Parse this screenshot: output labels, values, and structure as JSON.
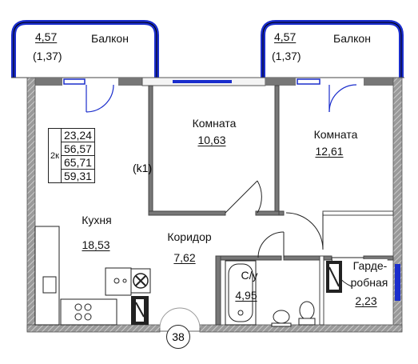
{
  "balconies": [
    {
      "area": "4,57",
      "reduced": "(1,37)",
      "label": "Балкон"
    },
    {
      "area": "4,57",
      "reduced": "(1,37)",
      "label": "Балкон"
    }
  ],
  "rooms": {
    "room1": {
      "label": "Комната",
      "area": "10,63"
    },
    "room2": {
      "label": "Комната",
      "area": "12,61"
    },
    "kitchen": {
      "label": "Кухня",
      "area": "18,53"
    },
    "corridor": {
      "label": "Коридор",
      "area": "7,62"
    },
    "bathroom": {
      "label": "С/у",
      "area": "4,95"
    },
    "wardrobe": {
      "label_line1": "Гарде-",
      "label_line2": "робная",
      "area": "2,23"
    }
  },
  "summary": {
    "type": "2к",
    "values": [
      "23,24",
      "56,57",
      "65,71",
      "59,31"
    ],
    "note": "(k1)"
  },
  "unit_number": "38",
  "colors": {
    "wall": "#6e6e6e",
    "glazing": "#1a2dcc",
    "line": "#222222"
  }
}
